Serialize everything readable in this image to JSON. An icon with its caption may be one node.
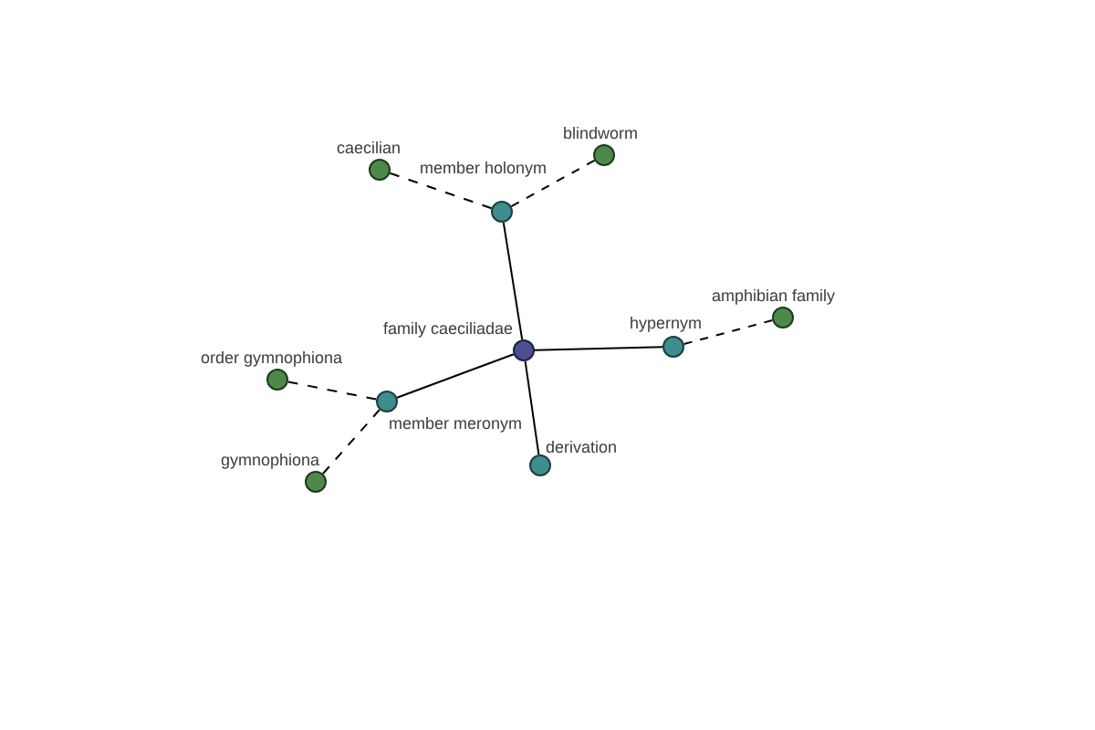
{
  "diagram": {
    "nodes": [
      {
        "text": [
          "blindworm"
        ]
      },
      {
        "text": [
          "caecilian"
        ]
      },
      {
        "text": [
          "member holonym"
        ]
      },
      {
        "text": [
          "amphibian family"
        ]
      },
      {
        "text": [
          "hypernym"
        ]
      },
      {
        "text": [
          "family caeciliadae"
        ]
      },
      {
        "text": [
          "order gymnophiona"
        ]
      },
      {
        "text": [
          "member meronym"
        ]
      },
      {
        "text": [
          "derivation"
        ]
      },
      {
        "text": [
          "gymnophiona"
        ]
      }
    ],
    "edges": [
      {
        "from": 5,
        "to": 2,
        "arrow": "none"
      },
      {
        "from": 5,
        "to": 4,
        "arrow": "none"
      },
      {
        "from": 5,
        "to": 7,
        "arrow": "none"
      },
      {
        "from": 5,
        "to": 8,
        "arrow": "none"
      },
      {
        "from": 2,
        "to": 1,
        "arrow": "none",
        "style": "dashed"
      },
      {
        "from": 2,
        "to": 0,
        "arrow": "none",
        "style": "dashed"
      },
      {
        "from": 4,
        "to": 3,
        "arrow": "none",
        "style": "dashed"
      },
      {
        "from": 7,
        "to": 6,
        "arrow": "none",
        "style": "dashed"
      },
      {
        "from": 7,
        "to": 9,
        "arrow": "none",
        "style": "dashed"
      }
    ]
  }
}
